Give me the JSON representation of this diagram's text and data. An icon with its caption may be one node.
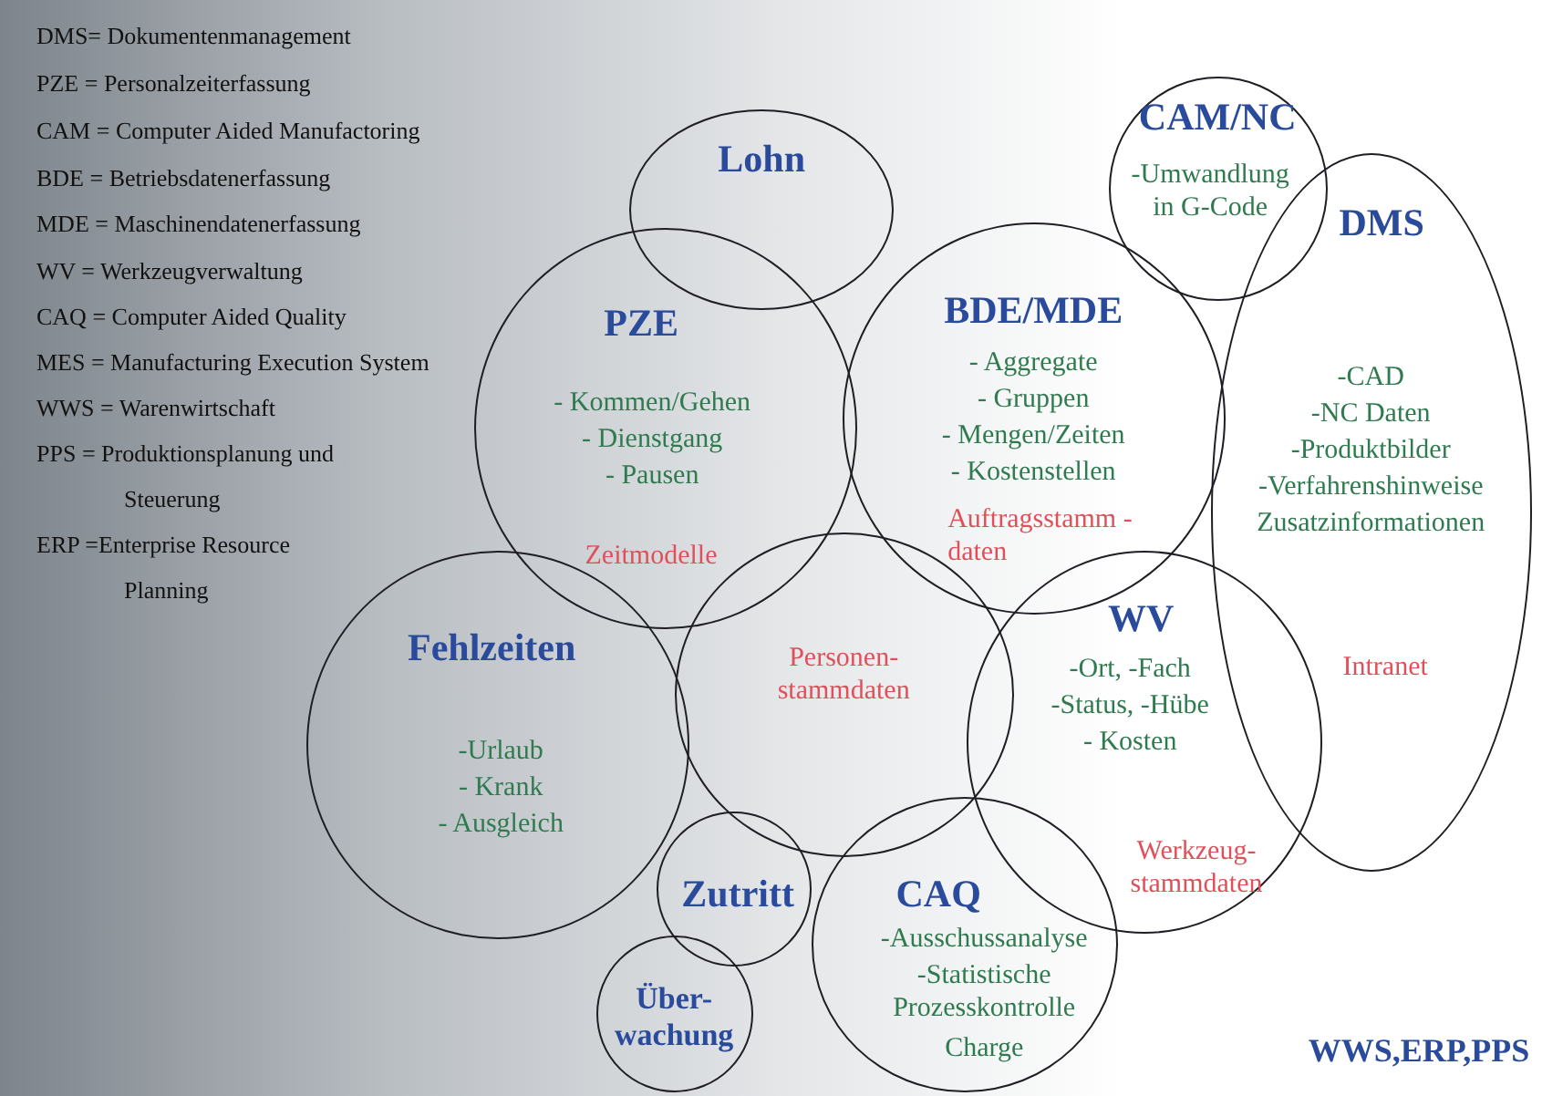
{
  "diagram": {
    "nodes": [
      {
        "text": [
          "Lohn"
        ]
      },
      {
        "text": [
          "CAM/NC",
          "-Umwandlung in G-Code"
        ]
      },
      {
        "text": [
          "DMS",
          "-CAD",
          "-NC Daten",
          "-Produktbilder",
          "-Verfahrenshinweise",
          "Zusatzinformationen",
          "Intranet"
        ]
      },
      {
        "text": [
          "PZE",
          "- Kommen/Gehen",
          "- Dienstgang",
          "- Pausen"
        ]
      },
      {
        "text": [
          "BDE/MDE",
          "- Aggregate",
          "- Gruppen",
          "- Mengen/Zeiten",
          "- Kostenstellen",
          "Auftragsstamm -daten"
        ]
      },
      {
        "text": [
          "Fehlzeiten",
          "-Urlaub",
          "- Krank",
          "- Ausgleich"
        ]
      },
      {
        "text": [
          "Personen- stammdaten"
        ]
      },
      {
        "text": [
          "WV",
          "-Ort, -Fach",
          "-Status, -Hübe",
          "- Kosten"
        ]
      },
      {
        "text": [
          "Zutritt"
        ]
      },
      {
        "text": [
          "Über- wachung"
        ]
      },
      {
        "text": [
          "CAQ",
          "-Ausschussanalyse",
          "-Statistische Prozesskontrolle",
          "Charge"
        ]
      }
    ],
    "labels": [
      "DMS= Dokumentenmanagement",
      "PZE = Personalzeiterfassung",
      "CAM = Computer Aided Manufactoring",
      "BDE = Betriebsdatenerfassung",
      "MDE = Maschinendatenerfassung",
      "WV = Werkzeugverwaltung",
      "CAQ = Computer Aided Quality",
      "MES = Manufacturing Execution System",
      "WWS = Warenwirtschaft",
      "PPS = Produktionsplanung und Steuerung",
      "ERP =Enterprise Resource Planning",
      "Zeitmodelle",
      "Werkzeug- stammdaten",
      "WWS,ERP,PPS"
    ]
  }
}
